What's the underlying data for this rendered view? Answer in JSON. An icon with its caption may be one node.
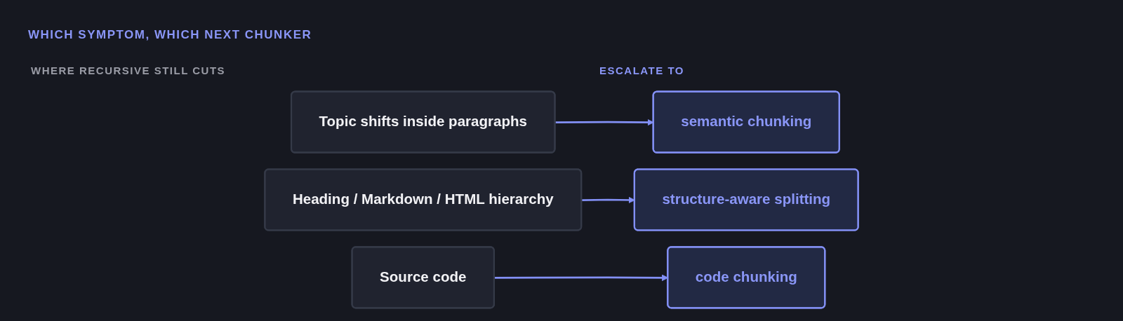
{
  "diagram": {
    "title": "WHICH SYMPTOM, WHICH NEXT CHUNKER",
    "nodes": [
      {
        "text": [
          "Topic shifts inside paragraphs"
        ]
      },
      {
        "text": [
          "Heading / Markdown / HTML hierarchy"
        ]
      },
      {
        "text": [
          "Source code"
        ]
      },
      {
        "text": [
          "semantic chunking"
        ]
      },
      {
        "text": [
          "structure-aware splitting"
        ]
      },
      {
        "text": [
          "code chunking"
        ]
      }
    ],
    "edges": [
      {
        "from": 0,
        "to": 3,
        "arrow": "to"
      },
      {
        "from": 1,
        "to": 4,
        "arrow": "to"
      },
      {
        "from": 2,
        "to": 5,
        "arrow": "to"
      }
    ],
    "labels": [
      "WHERE RECURSIVE STILL CUTS",
      "ESCALATE TO"
    ]
  }
}
